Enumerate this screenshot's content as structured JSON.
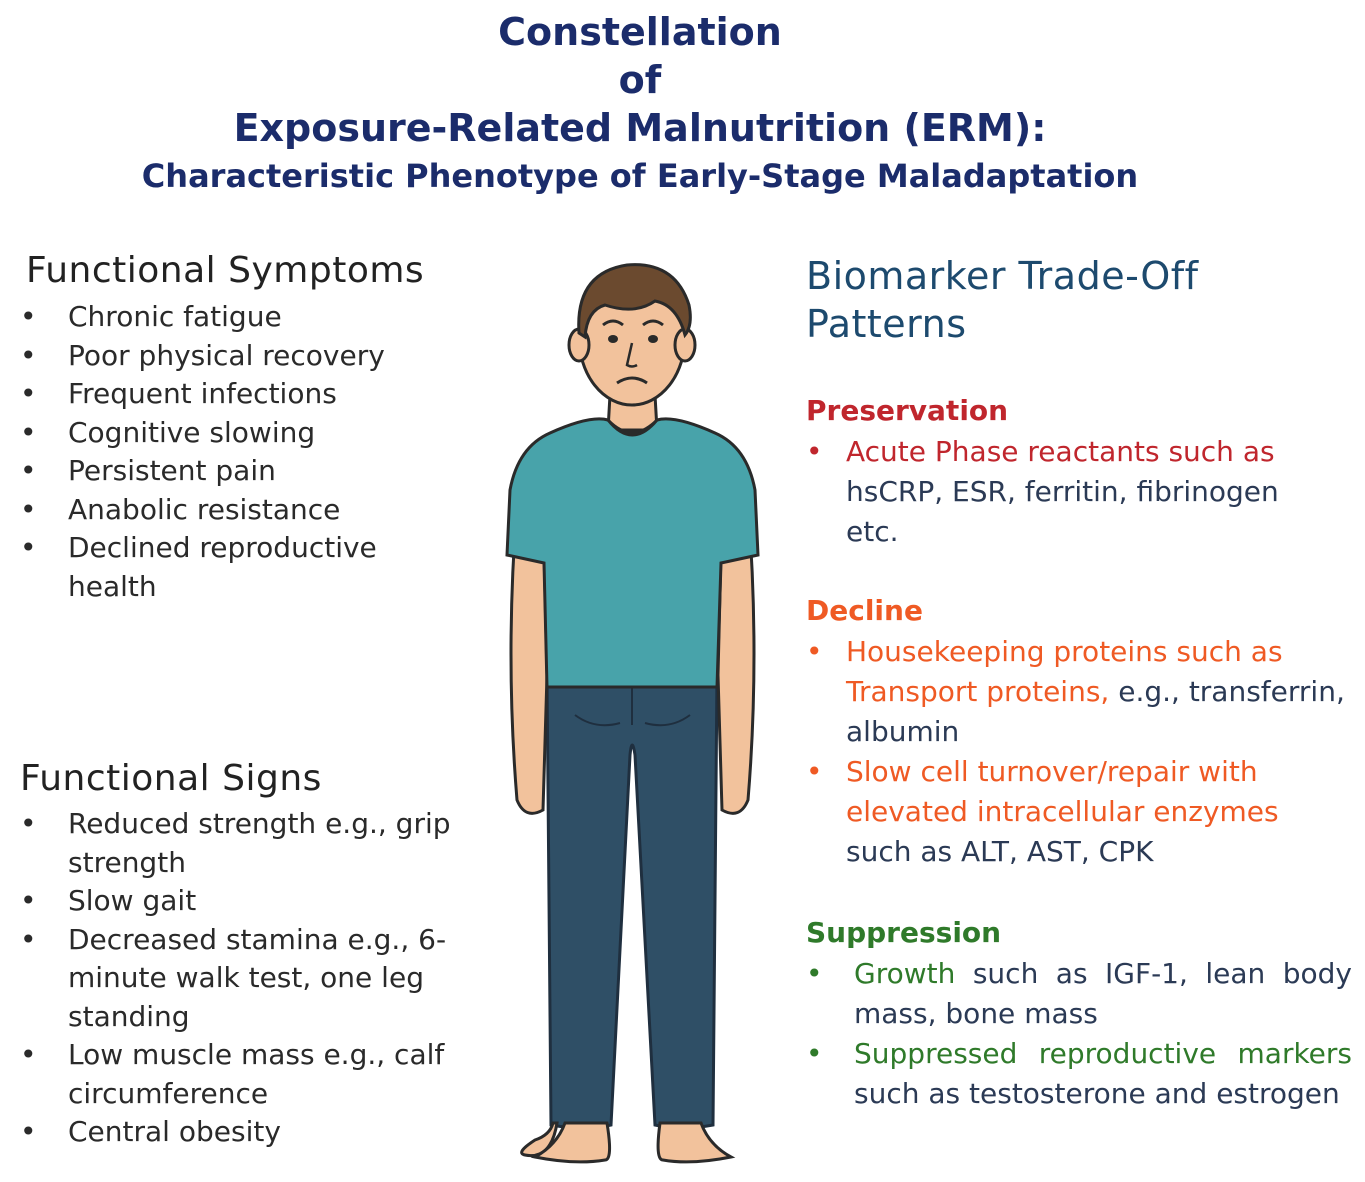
{
  "title": {
    "line1": "Constellation",
    "line2": "of",
    "line3": "Exposure-Related Malnutrition (ERM):",
    "line4": "Characteristic Phenotype of Early-Stage Maladaptation"
  },
  "symptoms": {
    "heading": "Functional Symptoms",
    "items": [
      "Chronic fatigue",
      "Poor physical recovery",
      "Frequent infections",
      "Cognitive slowing",
      "Persistent pain",
      "Anabolic resistance",
      "Declined reproductive health"
    ]
  },
  "signs": {
    "heading": "Functional Signs",
    "items": [
      "Reduced strength e.g., grip strength",
      "Slow gait",
      "Decreased stamina e.g., 6-minute walk test, one leg standing",
      "Low muscle mass e.g., calf circumference",
      "Central obesity"
    ]
  },
  "biomarkers": {
    "heading": "Biomarker Trade-Off Patterns",
    "preservation": {
      "label": "Preservation",
      "items": [
        {
          "colored": "Acute Phase reactants such as",
          "plain": "hsCRP, ESR, ferritin, fibrinogen etc."
        }
      ]
    },
    "decline": {
      "label": "Decline",
      "items": [
        {
          "colored": "Housekeeping proteins such as Transport proteins,",
          "plain": "e.g., transferrin, albumin"
        },
        {
          "colored": "Slow cell turnover/repair with elevated intracellular enzymes",
          "plain": "such as ALT, AST, CPK"
        }
      ]
    },
    "suppression": {
      "label": "Suppression",
      "items": [
        {
          "colored": "Growth",
          "plain": "such as IGF-1, lean body mass, bone mass"
        },
        {
          "colored": "Suppressed reproductive markers",
          "plain": "such as testosterone and estrogen"
        }
      ]
    }
  },
  "bullet_char": "•",
  "colors": {
    "title": "#1b2c6b",
    "biomarker_heading": "#1d4a6e",
    "preservation": "#c0262d",
    "decline": "#ef5a24",
    "suppression": "#2f7a2a",
    "shirt": "#48a3aa",
    "pants": "#2f4f66",
    "skin": "#f2c29c",
    "hair": "#6b4a2f"
  }
}
